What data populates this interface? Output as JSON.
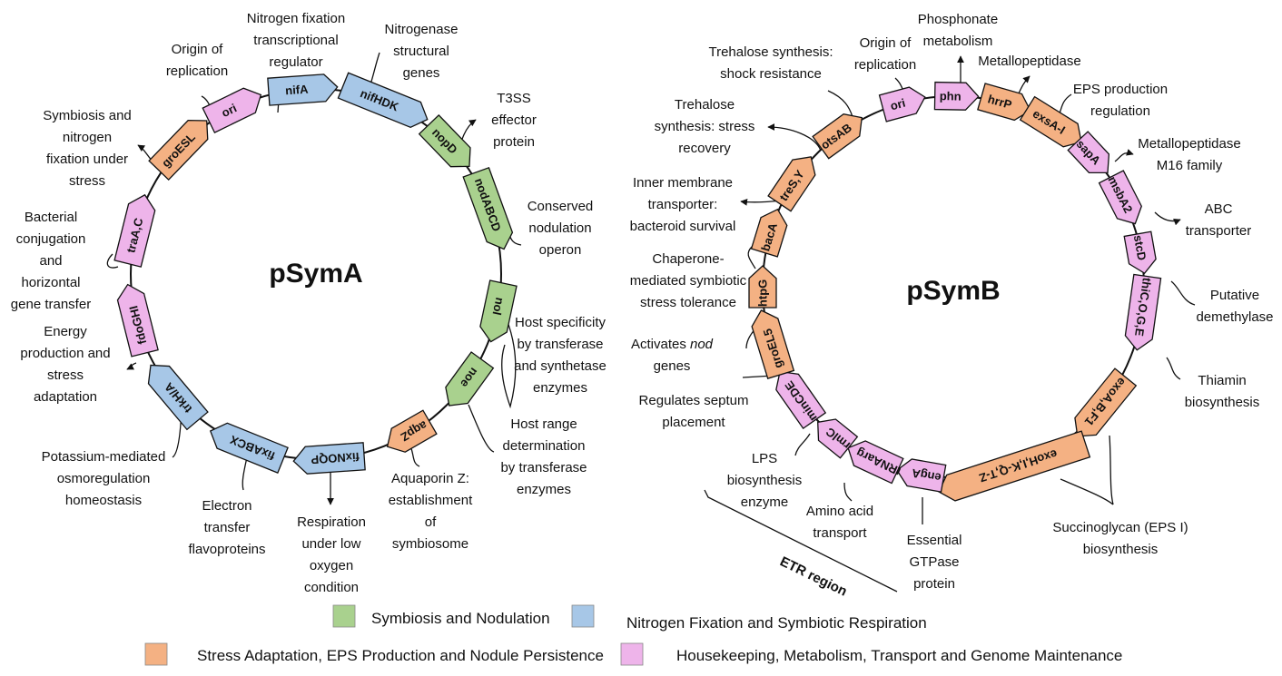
{
  "colors": {
    "symbiosis": "#a9d18e",
    "nitrogen": "#a7c7e7",
    "stress": "#f4b183",
    "housekeeping": "#eeb4ea"
  },
  "plasmids": [
    {
      "name": "pSymA",
      "genes": [
        {
          "label": "ori",
          "category": "housekeeping",
          "description": "Origin of replication"
        },
        {
          "label": "nifA",
          "category": "nitrogen",
          "description": "Nitrogen fixation transcriptional regulator"
        },
        {
          "label": "nifHDK",
          "category": "nitrogen",
          "description": "Nitrogenase structural genes"
        },
        {
          "label": "nopD",
          "category": "symbiosis",
          "description": "T3SS effector protein"
        },
        {
          "label": "nodABCD",
          "category": "symbiosis",
          "description": "Conserved nodulation operon"
        },
        {
          "label": "nol",
          "category": "symbiosis",
          "description": "Host specificity by transferase and synthetase enzymes"
        },
        {
          "label": "noe",
          "category": "symbiosis",
          "description": "Host range determination by transferase enzymes"
        },
        {
          "label": "aqpZ",
          "category": "stress",
          "description": "Aquaporin Z: establishment of symbiosome"
        },
        {
          "label": "fixNOQP",
          "category": "nitrogen",
          "description": "Respiration under low oxygen condition"
        },
        {
          "label": "fixABCX",
          "category": "nitrogen",
          "description": "Electron transfer flavoproteins"
        },
        {
          "label": "trkH/A",
          "category": "nitrogen",
          "description": "Potassium-mediated osmoregulation homeostasis"
        },
        {
          "label": "fdoGHI",
          "category": "housekeeping",
          "description": "Energy production and stress adaptation"
        },
        {
          "label": "traA,C",
          "category": "housekeeping",
          "description": "Bacterial conjugation and horizontal gene transfer"
        },
        {
          "label": "groESL",
          "category": "stress",
          "description": "Symbiosis and nitrogen fixation under stress"
        }
      ]
    },
    {
      "name": "pSymB",
      "genes": [
        {
          "label": "ori",
          "category": "housekeeping",
          "description": "Origin of replication"
        },
        {
          "label": "phn",
          "category": "housekeeping",
          "description": "Phosphonate metabolism"
        },
        {
          "label": "hrrP",
          "category": "stress",
          "description": "Metallopeptidase"
        },
        {
          "label": "exsA-I",
          "category": "stress",
          "description": "EPS production regulation"
        },
        {
          "label": "sapA",
          "category": "housekeeping",
          "description": "Metallopeptidase M16 family"
        },
        {
          "label": "msbA2",
          "category": "housekeeping",
          "description": "ABC transporter"
        },
        {
          "label": "stcD",
          "category": "housekeeping",
          "description": "Putative demethylase"
        },
        {
          "label": "thiC,O,G,E",
          "category": "housekeeping",
          "description": "Thiamin biosynthesis"
        },
        {
          "label": "exoA,B,F1",
          "category": "stress",
          "description": "Succinoglycan (EPS I) biosynthesis"
        },
        {
          "label": "exoH,I,K-Q,T-Z",
          "category": "stress",
          "description": ""
        },
        {
          "label": "engA",
          "category": "housekeeping",
          "description": "Essential GTPase protein"
        },
        {
          "label": "tRNAarg",
          "category": "housekeeping",
          "description": "Amino acid transport"
        },
        {
          "label": "rmlC",
          "category": "housekeeping",
          "description": "LPS biosynthesis enzyme"
        },
        {
          "label": "minCDE",
          "category": "housekeeping",
          "description": "Regulates septum placement"
        },
        {
          "label": "groEL5",
          "category": "stress",
          "description": "Activates nod genes"
        },
        {
          "label": "htpG",
          "category": "stress",
          "description": "Chaperone-mediated symbiotic stress tolerance"
        },
        {
          "label": "bacA",
          "category": "stress",
          "description": "Inner membrane transporter: bacteroid survival"
        },
        {
          "label": "treS,Y",
          "category": "stress",
          "description": "Trehalose synthesis: stress recovery"
        },
        {
          "label": "otsAB",
          "category": "stress",
          "description": "Trehalose synthesis: shock resistance"
        }
      ]
    }
  ],
  "etr_label": "ETR region",
  "legend": [
    {
      "label": "Symbiosis and Nodulation",
      "category": "symbiosis"
    },
    {
      "label": "Nitrogen Fixation and Symbiotic Respiration",
      "category": "nitrogen"
    },
    {
      "label": "Stress Adaptation, EPS Production and Nodule Persistence",
      "category": "stress"
    },
    {
      "label": "Housekeeping, Metabolism, Transport and Genome Maintenance",
      "category": "housekeeping"
    }
  ]
}
